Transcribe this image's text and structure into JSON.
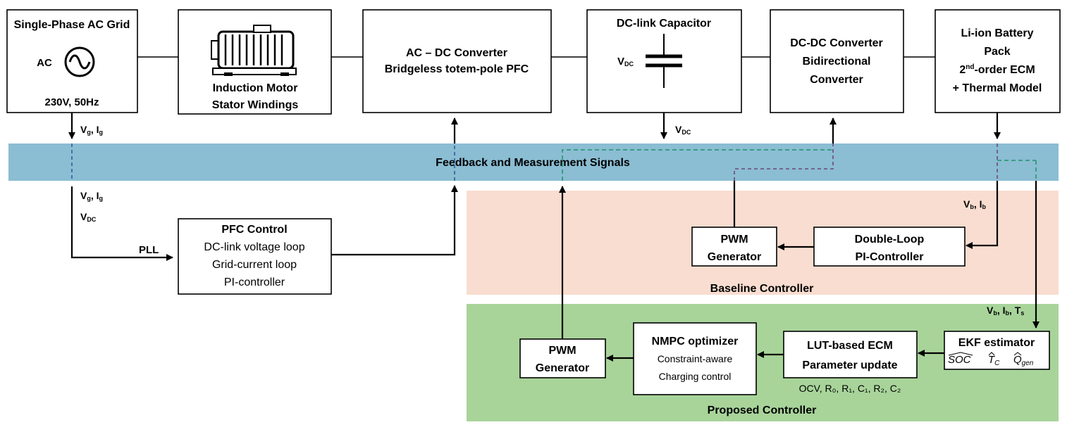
{
  "colors": {
    "feedback_band": "#8bbdd3",
    "baseline_region": "#f9ddd0",
    "proposed_region": "#a8d49a"
  },
  "grid": {
    "title": "Single-Phase AC Grid",
    "source_label": "AC",
    "rating": "230V, 50Hz",
    "icon": "ac-source-icon"
  },
  "motor": {
    "line1": "Induction Motor",
    "line2": "Stator Windings",
    "icon": "motor-icon"
  },
  "acdc": {
    "line1": "AC – DC Converter",
    "line2": "Bridgeless totem-pole PFC"
  },
  "dclink": {
    "title": "DC-link Capacitor",
    "v_main": "V",
    "v_sub": "DC",
    "icon": "capacitor-icon"
  },
  "dcdc": {
    "line1": "DC-DC Converter",
    "line2": "Bidirectional",
    "line3": "Converter"
  },
  "battery": {
    "line1": "Li-ion Battery",
    "line2": "Pack",
    "line3_pre": "2",
    "line3_sup": "nd",
    "line3_post": "-order ECM",
    "line4": "+ Thermal Model"
  },
  "feedback": {
    "label": "Feedback and Measurement Signals"
  },
  "signals": {
    "v": "V",
    "g": "g",
    "i": "I",
    "dc": "DC",
    "b": "b",
    "s": "s",
    "comma": ", ",
    "pll": "PLL"
  },
  "pfc": {
    "title": "PFC Control",
    "line1": "DC-link voltage loop",
    "line2": "Grid-current loop",
    "line3": "PI-controller"
  },
  "baseline": {
    "label": "Baseline Controller",
    "pwm_line1": "PWM",
    "pwm_line2": "Generator",
    "pi_line1": "Double-Loop",
    "pi_line2": "PI-Controller"
  },
  "proposed": {
    "label": "Proposed Controller",
    "pwm_line1": "PWM",
    "pwm_line2": "Generator",
    "nmpc_title": "NMPC optimizer",
    "nmpc_line1": "Constraint-aware",
    "nmpc_line2": "Charging control",
    "lut_line1": "LUT-based ECM",
    "lut_line2": "Parameter update",
    "lut_params": "OCV, R₀, R₁, C₁, R₂, C₂",
    "ekf_title": "EKF estimator",
    "ekf_soc": "SOC",
    "ekf_t": "T",
    "ekf_t_sub": "C",
    "ekf_q": "Q",
    "ekf_q_sub": "gen"
  }
}
